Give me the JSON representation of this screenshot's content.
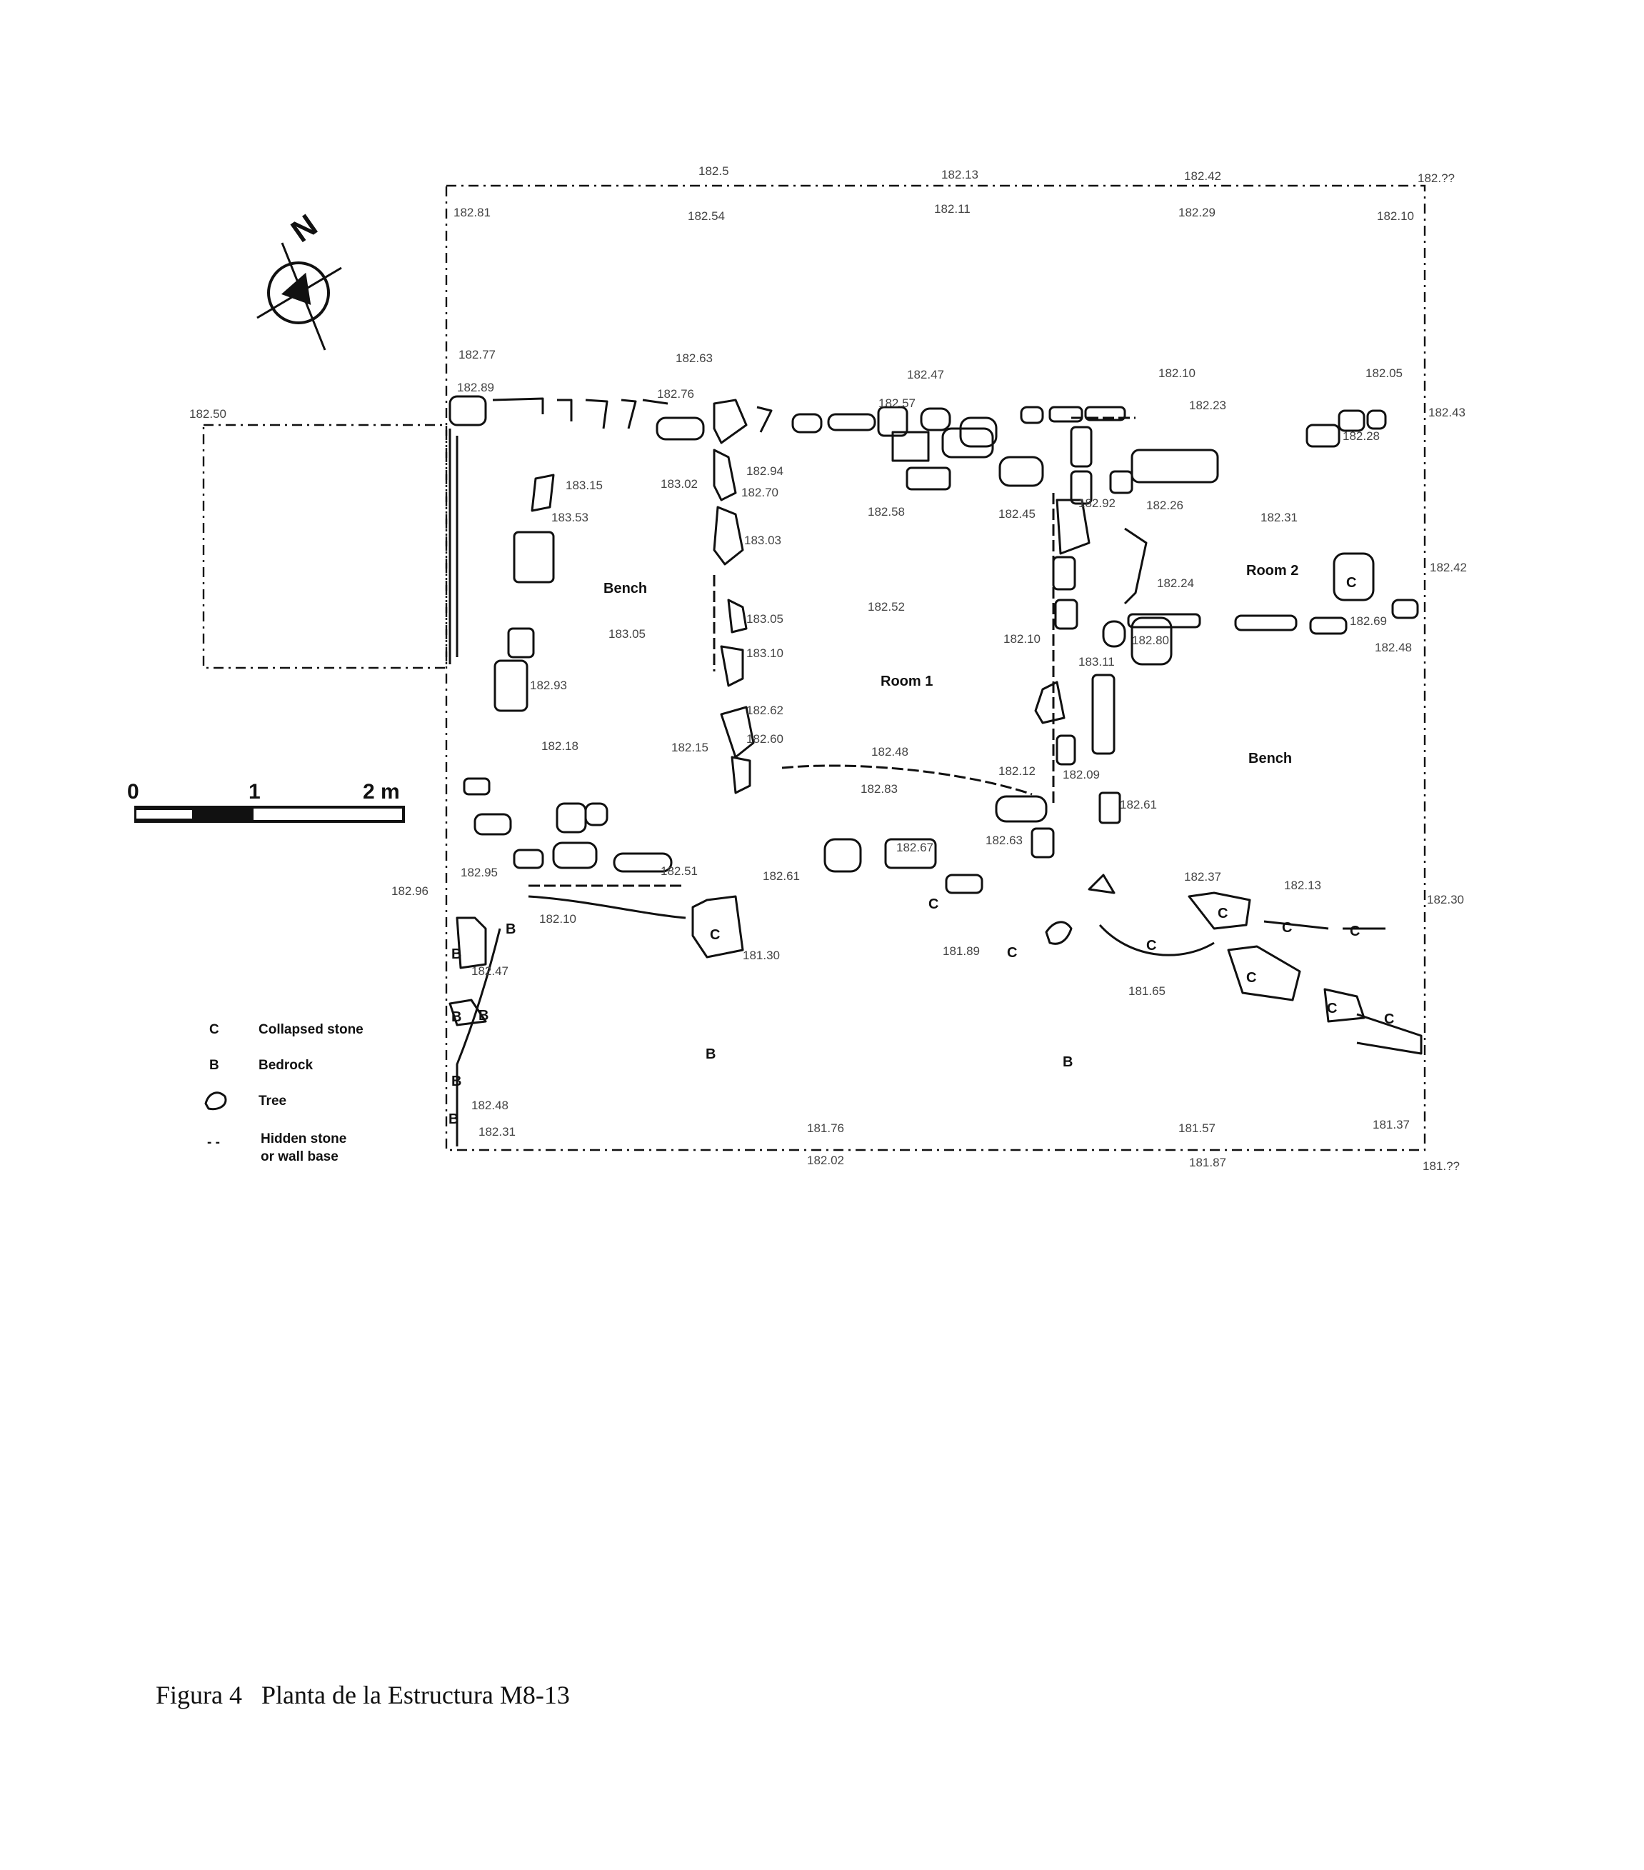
{
  "elevations_top_row": [
    "182.5",
    "182.13",
    "182.42",
    "182.??"
  ],
  "elevations_second_row": [
    "182.81",
    "182.54",
    "182.11",
    "182.29",
    "182.10"
  ],
  "elevations_wall_row": [
    "182.77",
    "182.63",
    "182.47",
    "182.10",
    "182.05"
  ],
  "elevations_west": [
    "182.89",
    "182.76",
    "183.15",
    "183.53",
    "183.02",
    "182.94",
    "182.70",
    "183.03",
    "183.05",
    "183.10"
  ],
  "elevations_center": [
    "182.57",
    "182.58",
    "182.45",
    "182.52",
    "182.10",
    "182.48",
    "182.83",
    "182.12",
    "182.09"
  ],
  "elevations_east": [
    "182.23",
    "182.28",
    "182.43",
    "182.92",
    "182.26",
    "182.31",
    "182.24",
    "182.42",
    "182.80",
    "182.69",
    "182.48",
    "183.11",
    "182.61"
  ],
  "elevations_south": [
    "182.37",
    "182.13",
    "182.30",
    "182.10",
    "181.30",
    "181.89",
    "181.65",
    "182.47",
    "182.48",
    "182.31",
    "181.76",
    "181.57",
    "181.37",
    "181.87",
    "182.02",
    "181.??"
  ],
  "elevations_misc": [
    "182.50",
    "183.05",
    "182.93",
    "182.18",
    "182.15",
    "182.62",
    "182.60",
    "182.67",
    "182.63",
    "182.61",
    "182.51",
    "182.95",
    "182.96"
  ],
  "room1_label": "Room 1",
  "room2_label": "Room 2",
  "bench_label": "Bench",
  "bench2_label": "Bench",
  "code_c": "C",
  "code_b": "B",
  "north_label": "N",
  "scale": {
    "zero": "0",
    "one": "1",
    "two": "2 m"
  },
  "legend": {
    "c_key": "C",
    "c_text": "Collapsed stone",
    "b_key": "B",
    "b_text": "Bedrock",
    "tree_text": "Tree",
    "hidden_key": "- -",
    "hidden_text_1": "Hidden stone",
    "hidden_text_2": "or wall base"
  },
  "caption": "Figura 4   Planta de la Estructura M8-13"
}
